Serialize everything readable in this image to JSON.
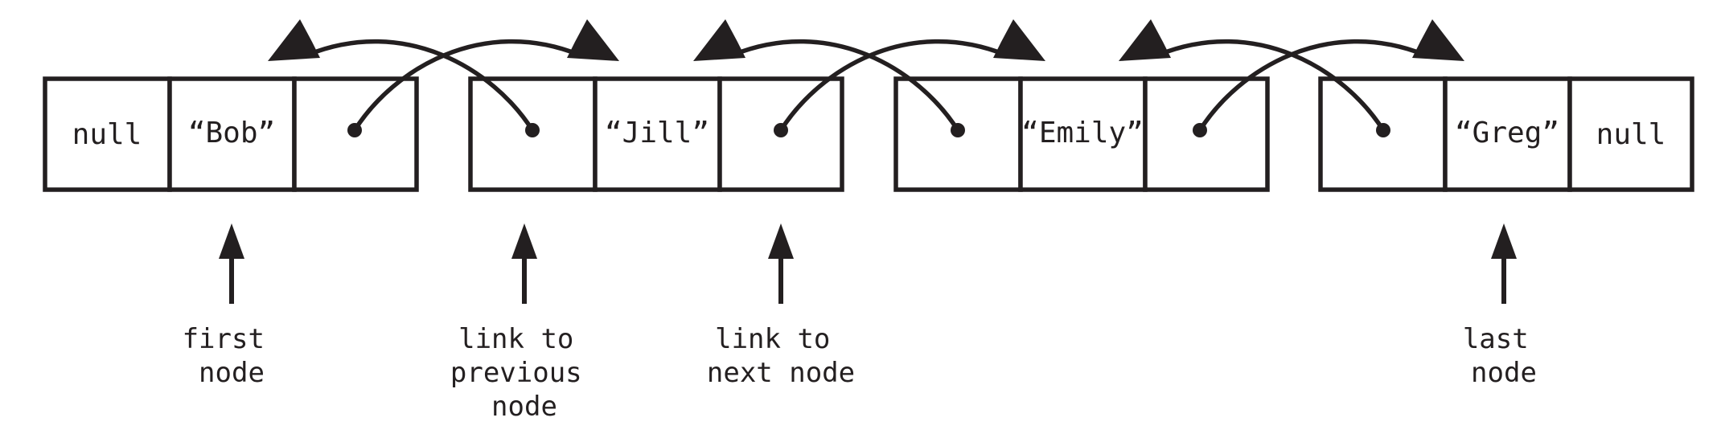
{
  "nodes": [
    {
      "cells": [
        "null",
        "“Bob”",
        ""
      ]
    },
    {
      "cells": [
        "",
        "“Jill”",
        ""
      ]
    },
    {
      "cells": [
        "",
        "“Emily”",
        ""
      ]
    },
    {
      "cells": [
        "",
        "“Greg”",
        "null"
      ]
    }
  ],
  "captions": [
    {
      "lines": [
        "first",
        "node"
      ]
    },
    {
      "lines": [
        "link to",
        "previous",
        "node"
      ]
    },
    {
      "lines": [
        "link to",
        "next node"
      ]
    },
    {
      "lines": [
        "last",
        "node"
      ]
    }
  ]
}
